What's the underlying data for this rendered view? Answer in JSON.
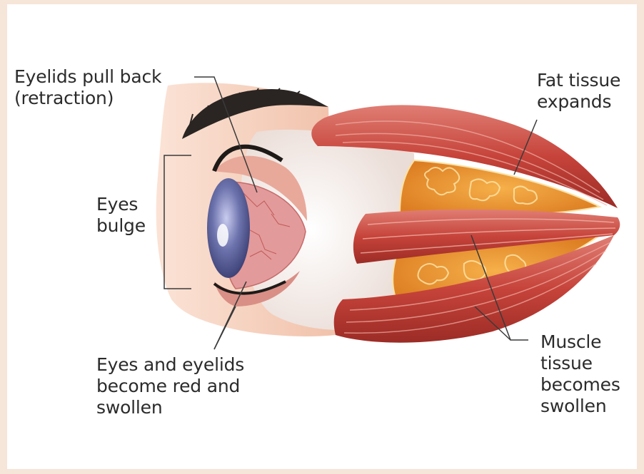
{
  "labels": {
    "eyelids_retraction": "Eyelids pull back\n(retraction)",
    "eyes_bulge": "Eyes\nbulge",
    "red_swollen": "Eyes and eyelids\nbecome red and\nswollen",
    "fat_tissue": "Fat tissue\nexpands",
    "muscle_tissue": "Muscle\ntissue\nbecomes\nswollen"
  },
  "colors": {
    "outer_background": "#f6e5d9",
    "panel_background": "#ffffff",
    "muscle": "#c9463c",
    "fat": "#e9952f",
    "skin": "#f3c7b0",
    "iris": "#6a6fa8",
    "eyebrow": "#2a2522",
    "label_text": "#2b2b2b"
  }
}
